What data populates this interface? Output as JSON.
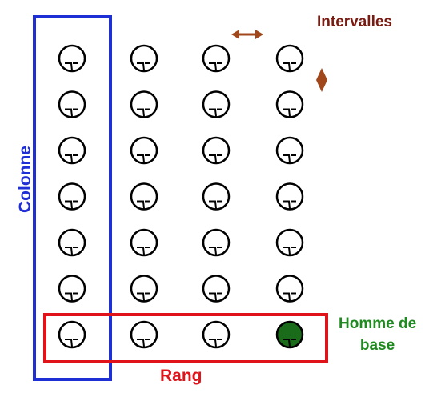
{
  "labels": {
    "intervals": "Intervalles",
    "colonne": "Colonne",
    "rang": "Rang",
    "homme_line1": "Homme de",
    "homme_line2": "base"
  },
  "formation": {
    "columns": 4,
    "rows": 7,
    "base_soldier": {
      "row": 7,
      "column": 4
    }
  },
  "colors": {
    "column_box": "#1e2fd6",
    "rank_box": "#e0131a",
    "interval_arrows": "#a0481c",
    "intervals_text": "#7a1a10",
    "base_man": "#1a6b1a",
    "base_label": "#1f8a1f",
    "soldier_outline": "#000000"
  }
}
